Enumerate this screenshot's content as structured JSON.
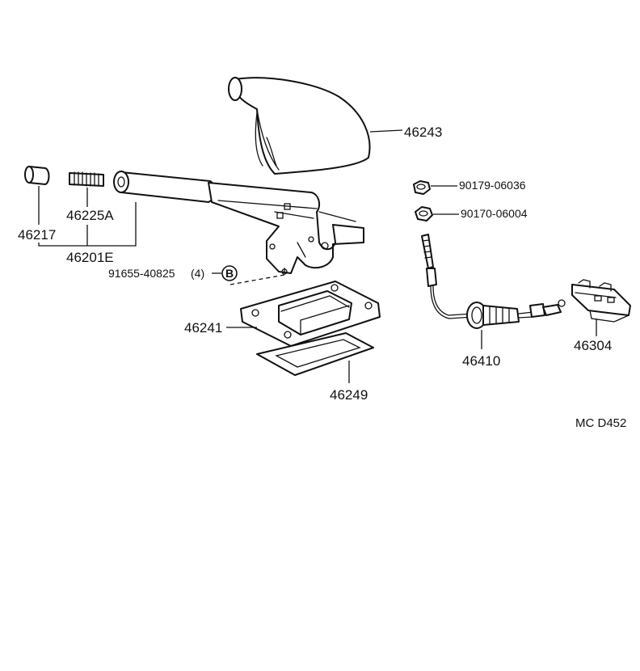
{
  "callouts": {
    "boot": "46243",
    "grip": "46217",
    "spring": "46225A",
    "lever_assy": "46201E",
    "bolt": "91655-40825",
    "bolt_qty": "(4)",
    "bolt_ref": "B",
    "bracket": "46241",
    "gasket": "46249",
    "nut_a": "90179-06036",
    "nut_b": "90170-06004",
    "cable": "46410",
    "clip": "46304"
  },
  "figure_code": "MC  D452"
}
